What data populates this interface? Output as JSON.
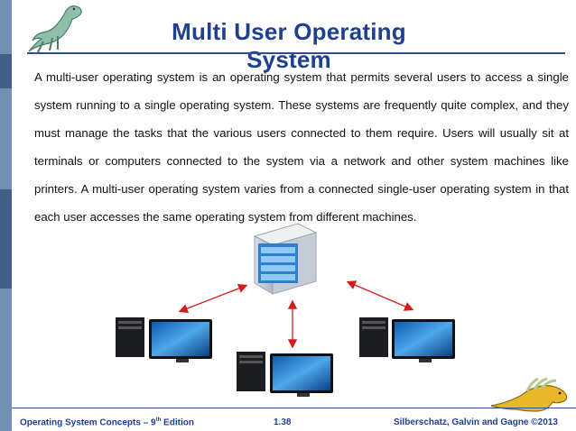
{
  "slide": {
    "title": "Multi User Operating System",
    "body": "A multi-user operating system is an operating system that permits several users to access a single system running to a single operating system. These systems are frequently quite complex, and they must manage the tasks that the various users connected to them require. Users will usually sit at terminals or computers connected to the system via a network and other system machines like printers. A multi-user operating system varies from a connected single-user operating system in that each user accesses the same operating system from different machines."
  },
  "footer": {
    "book_prefix": "Operating System Concepts – 9",
    "book_sup": "th",
    "book_suffix": " Edition",
    "page": "1.38",
    "copyright": "Silberschatz, Galvin and Gagne ©2013"
  },
  "colors": {
    "title": "#1f3f8f",
    "accent": "#2b4f8f",
    "arrow": "#d0201d",
    "sidebar": "#6f8fb3"
  }
}
